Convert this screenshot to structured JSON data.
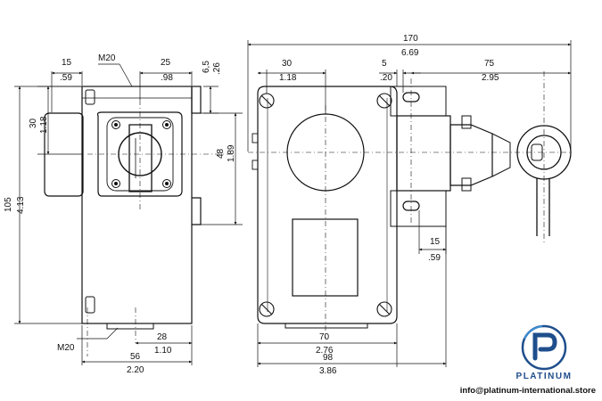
{
  "dimensions": {
    "side_view": {
      "width_15_mm": "15",
      "width_15_in": ".59",
      "thread_top": "M20",
      "width_25_mm": "25",
      "width_25_in": ".98",
      "depth_6_5_mm": "6,5",
      "depth_6_5_in": ".26",
      "height_30_mm": "30",
      "height_30_in": "1.18",
      "height_105_mm": "105",
      "height_105_in": "4.13",
      "height_48_mm": "48",
      "height_48_in": "1.89",
      "thread_bottom": "M20",
      "width_28_mm": "28",
      "width_28_in": "1.10",
      "width_56_mm": "56",
      "width_56_in": "2.20"
    },
    "front_view": {
      "overall_170_mm": "170",
      "overall_170_in": "6.69",
      "width_30_mm": "30",
      "width_30_in": "1.18",
      "width_5_mm": "5",
      "width_5_in": ".20",
      "width_75_mm": "75",
      "width_75_in": "2.95",
      "width_15_mm": "15",
      "width_15_in": ".59",
      "width_70_mm": "70",
      "width_70_in": "2.76",
      "width_98_mm": "98",
      "width_98_in": "3.86"
    }
  },
  "brand": {
    "name": "PLATINUM",
    "email": "info@platinum-international.store",
    "color": "#1f4e8c"
  }
}
